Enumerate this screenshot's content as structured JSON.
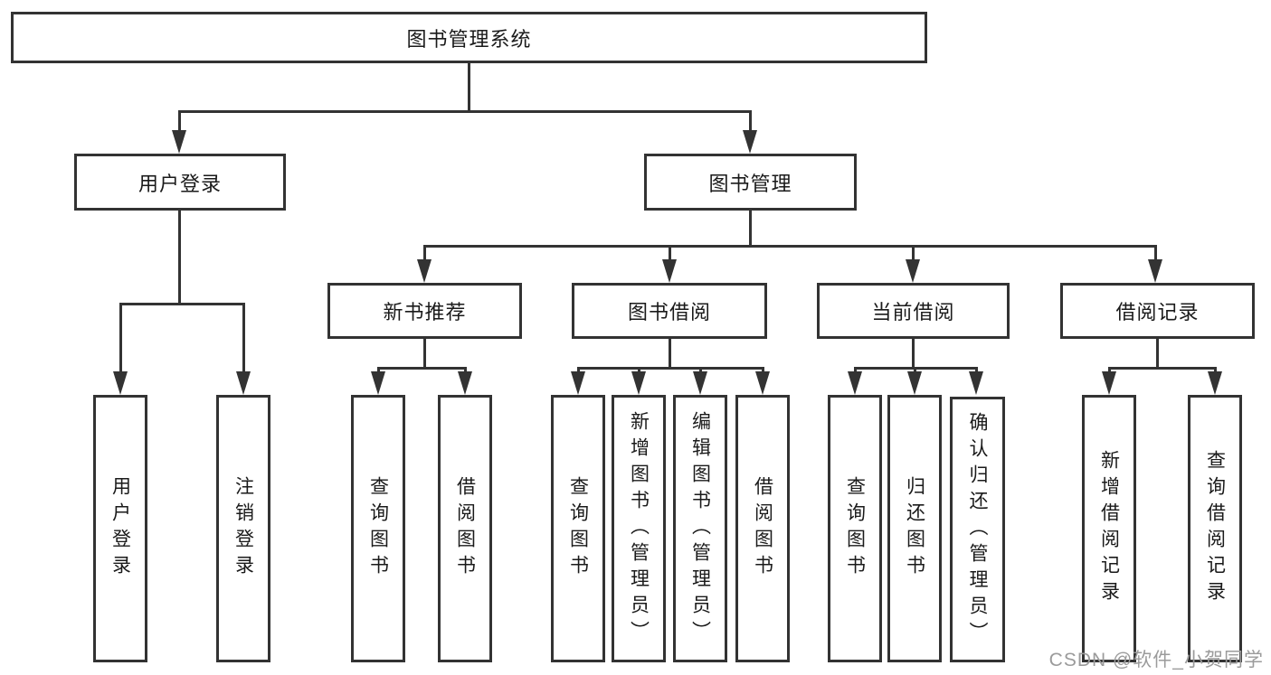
{
  "diagram": {
    "title": "图书管理系统",
    "user_login": {
      "label": "用户登录",
      "children": [
        {
          "label": "用户登录"
        },
        {
          "label": "注销登录"
        }
      ]
    },
    "book_management": {
      "label": "图书管理",
      "sections": [
        {
          "label": "新书推荐",
          "children": [
            {
              "label": "查询图书"
            },
            {
              "label": "借阅图书"
            }
          ]
        },
        {
          "label": "图书借阅",
          "children": [
            {
              "label": "查询图书"
            },
            {
              "label": "新增图书（管理员）"
            },
            {
              "label": "编辑图书（管理员）"
            },
            {
              "label": "借阅图书"
            }
          ]
        },
        {
          "label": "当前借阅",
          "children": [
            {
              "label": "查询图书"
            },
            {
              "label": "归还图书"
            },
            {
              "label": "确认归还（管理员）"
            }
          ]
        },
        {
          "label": "借阅记录",
          "children": [
            {
              "label": "新增借阅记录"
            },
            {
              "label": "查询借阅记录"
            }
          ]
        }
      ]
    }
  },
  "watermark": "CSDN @软件_小贺同学",
  "colors": {
    "line": "#333333",
    "text": "#1a1a1a",
    "background": "#ffffff",
    "watermark": "#9b9b9b"
  }
}
